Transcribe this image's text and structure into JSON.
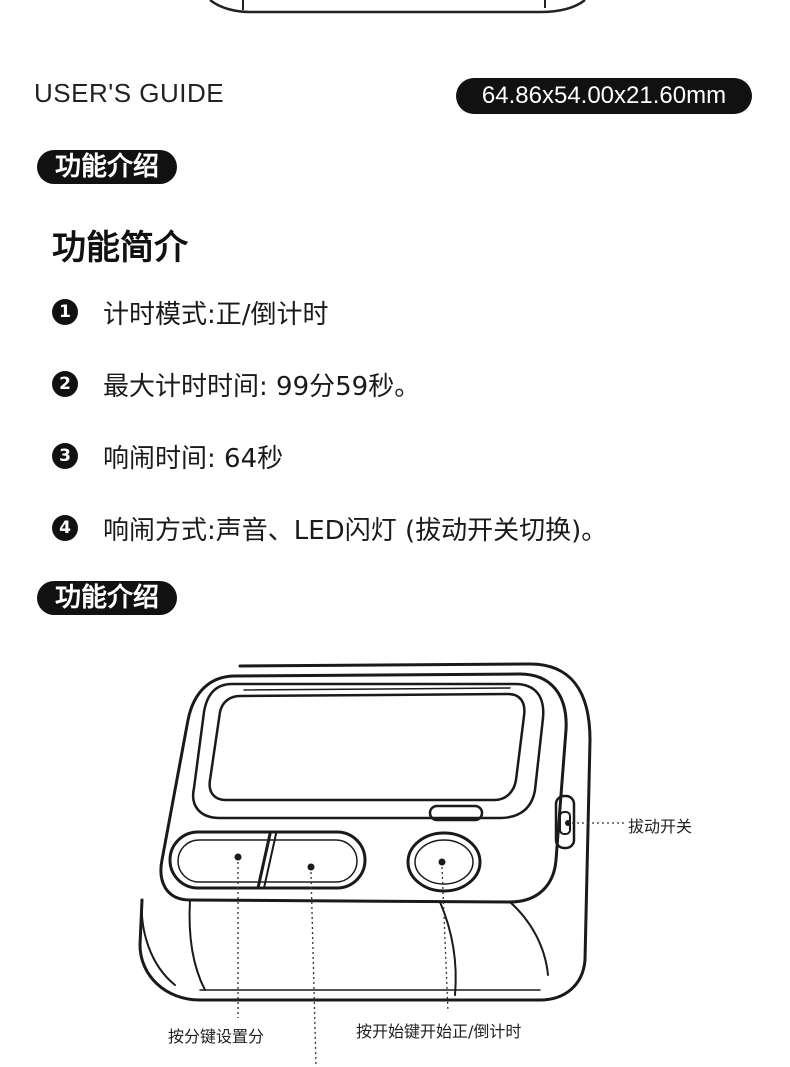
{
  "header": {
    "guide_label": "USER'S GUIDE",
    "dimensions": "64.86x54.00x21.60mm"
  },
  "section_intro": {
    "badge": "功能介绍",
    "title": "功能简介",
    "items": [
      {
        "num": "1",
        "text": "计时模式:正/倒计时"
      },
      {
        "num": "2",
        "text": "最大计时时间: 99分59秒。"
      },
      {
        "num": "3",
        "text": "响闹时间: 64秒"
      },
      {
        "num": "4",
        "text": "响闹方式:声音、LED闪灯 (拔动开关切换)。"
      }
    ]
  },
  "section_diagram": {
    "badge": "功能介绍",
    "callouts": {
      "switch": "拔动开关",
      "minute_key": "按分键设置分",
      "start_key": "按开始键开始正/倒计时"
    }
  }
}
